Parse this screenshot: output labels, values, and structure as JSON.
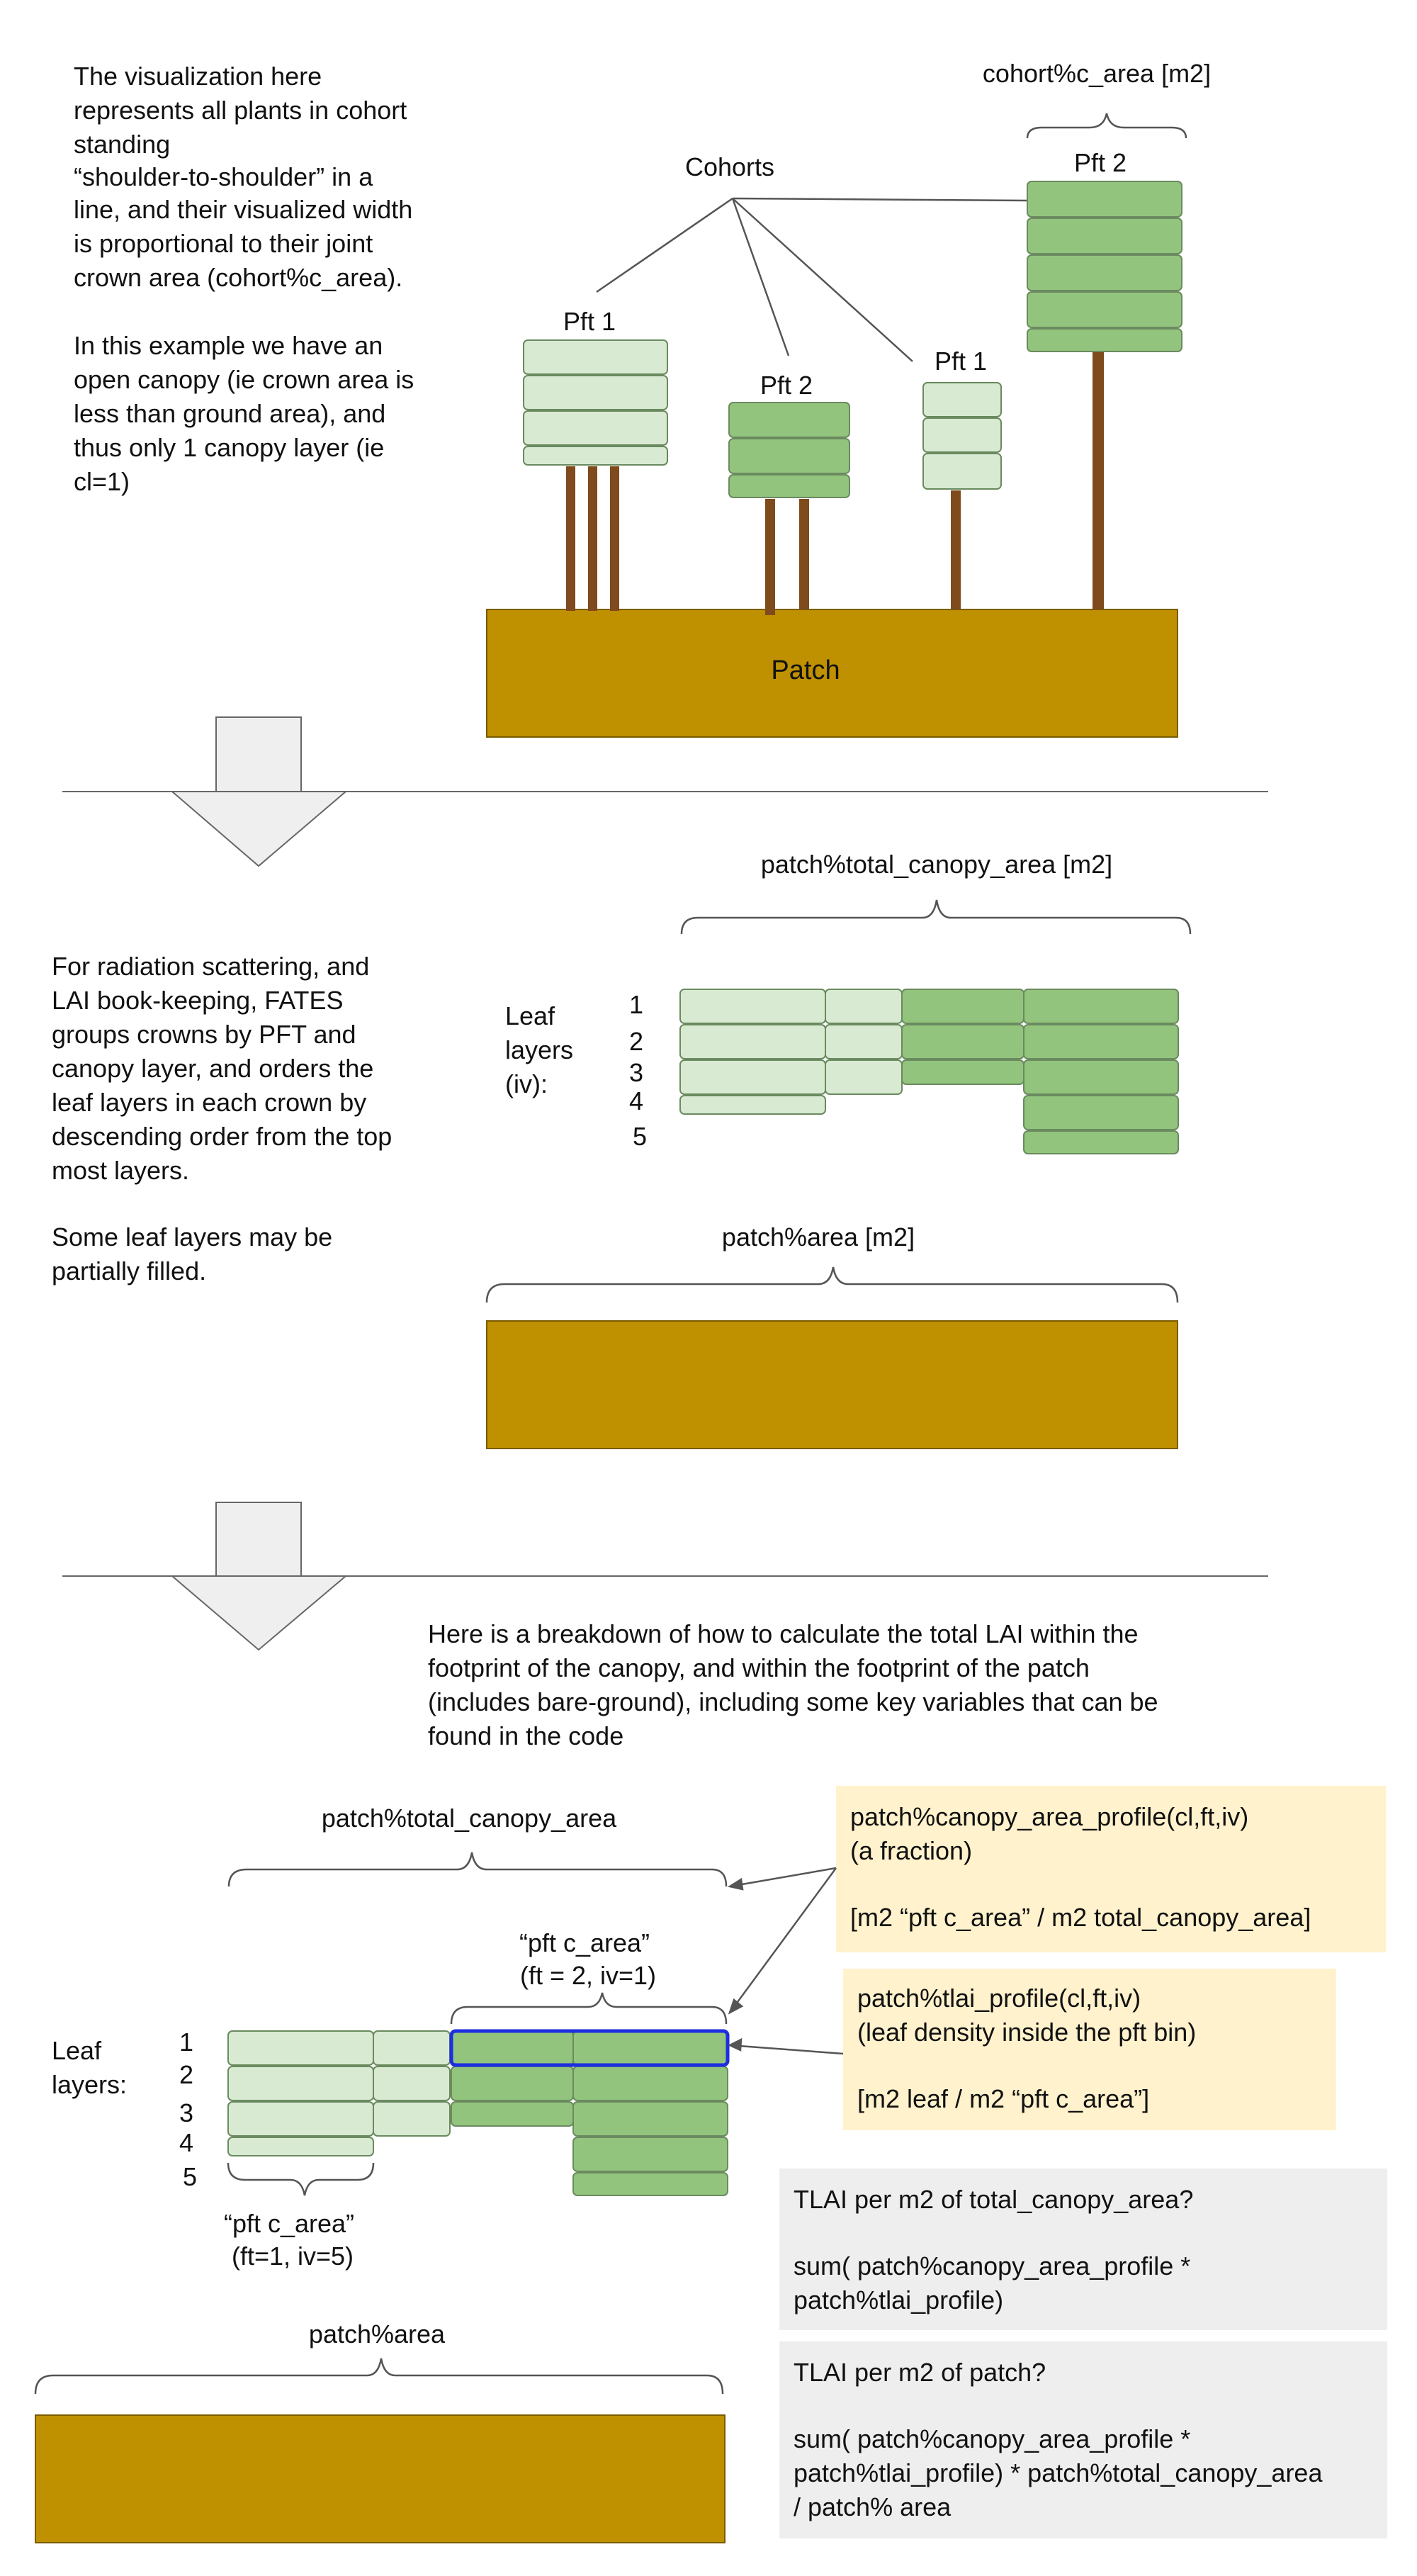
{
  "section1": {
    "description_lines": [
      "The visualization here",
      "represents all plants in cohort",
      "standing",
      "“shoulder-to-shoulder” in  a",
      "line, and their visualized width",
      "is proportional to their joint",
      "crown area (cohort%c_area).",
      "",
      "In this example we have an",
      "open canopy (ie crown area is",
      "less than ground area), and",
      "thus only 1 canopy layer (ie",
      "cl=1)"
    ],
    "cohort_c_area_label": "cohort%c_area [m2]",
    "cohorts_label": "Cohorts",
    "patch_label": "Patch",
    "trees": [
      {
        "pft_label": "Pft 1",
        "pft": 1
      },
      {
        "pft_label": "Pft 2",
        "pft": 2
      },
      {
        "pft_label": "Pft 1",
        "pft": 1
      },
      {
        "pft_label": "Pft 2",
        "pft": 2
      }
    ]
  },
  "section2": {
    "description_lines": [
      "For radiation scattering, and",
      "LAI book-keeping, FATES",
      "groups crowns by PFT and",
      "canopy layer, and orders the",
      "leaf layers in each crown by",
      "descending order from the top",
      "most layers.",
      "",
      "Some leaf layers may be",
      "partially filled."
    ],
    "total_canopy_area_label": "patch%total_canopy_area [m2]",
    "leaf_layers_label_lines": [
      "Leaf",
      "layers",
      "(iv):"
    ],
    "layer_numbers": [
      "1",
      "2",
      "3",
      "4",
      "5"
    ],
    "patch_area_label": "patch%area [m2]"
  },
  "section3": {
    "intro_lines": [
      "Here is a breakdown of how to calculate the total LAI within the",
      "footprint of the canopy, and within the footprint of the patch",
      "(includes bare-ground), including some key variables that can be",
      "found in the code"
    ],
    "total_canopy_area_label": "patch%total_canopy_area",
    "pft_c_area_top_lines": [
      "“pft c_area”",
      "(ft = 2, iv=1)"
    ],
    "pft_c_area_bottom_lines": [
      "“pft c_area”",
      "(ft=1, iv=5)"
    ],
    "leaf_layers_label_lines": [
      "Leaf",
      "layers:"
    ],
    "layer_numbers": [
      "1",
      "2",
      "3",
      "4",
      "5"
    ],
    "patch_area_label": "patch%area",
    "note_canopy_profile_lines": [
      "patch%canopy_area_profile(cl,ft,iv)",
      "(a fraction)",
      "",
      "[m2 “pft c_area”  / m2 total_canopy_area]"
    ],
    "note_tlai_profile_lines": [
      "patch%tlai_profile(cl,ft,iv)",
      "(leaf density inside the pft bin)",
      "",
      "[m2 leaf / m2 “pft c_area”]"
    ],
    "formula_canopy_lines": [
      "TLAI per m2 of total_canopy_area?",
      "",
      "sum( patch%canopy_area_profile *",
      "patch%tlai_profile)"
    ],
    "formula_patch_lines": [
      "TLAI per m2 of patch?",
      "",
      "sum( patch%canopy_area_profile *",
      "patch%tlai_profile) * patch%total_canopy_area",
      "/ patch% area"
    ]
  },
  "colors": {
    "pft1_crown": "#d9ead3",
    "pft2_crown": "#93c47d",
    "crown_stroke": "#6a8a5f",
    "trunk": "#7f4a1c",
    "ground": "#bf9000",
    "ground_stroke": "#7a5c00",
    "arrow_fill": "#efefef",
    "note_yellow": "#fff2cc",
    "note_gray": "#eeeeee",
    "highlight": "#1c2ee0",
    "line": "#555555"
  }
}
